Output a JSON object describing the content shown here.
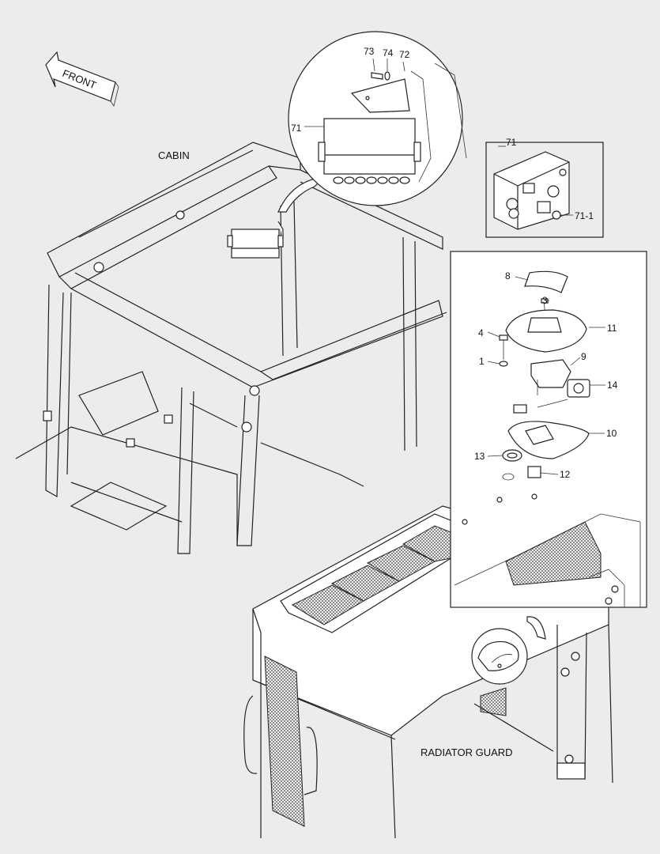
{
  "orientation": {
    "front_label": "FRONT"
  },
  "assemblies": {
    "cabin_label": "CABIN",
    "radiator_guard_label": "RADIATOR GUARD"
  },
  "detail_circle": {
    "callouts": [
      "73",
      "74",
      "72",
      "71"
    ]
  },
  "detail_box_71": {
    "title": "71",
    "callouts": [
      "71-1"
    ]
  },
  "detail_lamp": {
    "callouts": [
      "8",
      "3",
      "4",
      "11",
      "1",
      "9",
      "14",
      "10",
      "13",
      "12"
    ]
  }
}
